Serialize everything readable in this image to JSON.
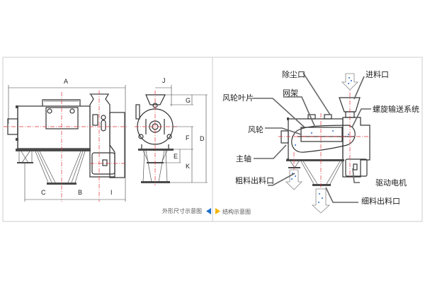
{
  "left_panel": {
    "dimension_labels": {
      "A": "A",
      "B": "B",
      "C": "C",
      "D": "D",
      "E": "E",
      "F": "F",
      "G": "G",
      "I": "I",
      "J": "J",
      "K": "K"
    },
    "caption": "外形尺寸示意图",
    "caption_marker_color": "#1f6fd0"
  },
  "right_panel": {
    "callouts": {
      "dust_outlet": "除尘口",
      "feed_inlet": "进料口",
      "impeller_blade": "风轮叶片",
      "screen_frame": "网架",
      "screw_conveyor": "螺旋输送系统",
      "impeller": "风轮",
      "main_shaft": "主轴",
      "coarse_outlet": "粗料出料口",
      "drive_motor": "驱动电机",
      "fine_outlet": "细料出料口"
    },
    "caption": "结构示意图",
    "caption_marker_color": "#f2b400"
  }
}
